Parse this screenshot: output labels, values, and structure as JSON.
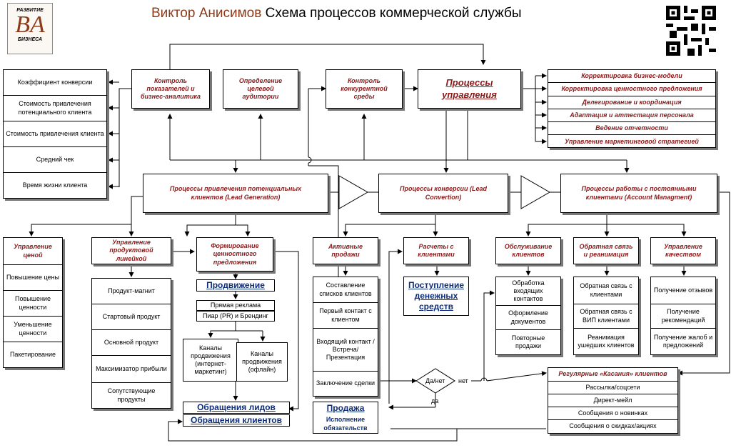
{
  "title": {
    "author": "Виктор Анисимов",
    "text": "Схема процессов коммерческой службы"
  },
  "logo": {
    "top": "РАЗВИТИЕ",
    "mark": "BA",
    "bottom": "БИЗНЕСА"
  },
  "metrics": [
    "Коэффициент конверсии",
    "Стоимость привлечения потенциального клиента",
    "Стоимость привлечения клиента",
    "Средний чек",
    "Время жизни клиента"
  ],
  "top": {
    "control": "Контроль показателей и бизнес-аналитика",
    "audience": "Определение целевой аудитории",
    "competitive": "Контроль конкурентной среды",
    "management": "Процессы управления"
  },
  "mgmt_items": [
    "Корректировка бизнес-модели",
    "Корректировка ценностного предложения",
    "Делегирование и координация",
    "Адаптация и аттестация персонала",
    "Ведение отчетности",
    "Управление маркетинговой стратегией"
  ],
  "stages": {
    "leadgen": "Процессы привлечения потенциальных клиентов (Lead Generation)",
    "conversion": "Процессы конверсии (Lead Convertion)",
    "account": "Процессы работы с постоянными клиентами (Account Managment)"
  },
  "price": {
    "head": "Управление ценой",
    "items": [
      "Повышение цены",
      "Повышение ценности",
      "Уменьшение ценности",
      "Пакетирование"
    ]
  },
  "product": {
    "head": "Управление продуктовой линейкой",
    "items": [
      "Продукт-магнит",
      "Стартовый продукт",
      "Основной продукт",
      "Максимизатор прибыли",
      "Сопутствующие продукты"
    ]
  },
  "value": {
    "head": "Формирование ценностного предложения",
    "promo": "Продвижение",
    "direct": "Прямая реклама",
    "pr": "Пиар (PR) и Брендинг",
    "online": "Каналы продвижения (интернет-маркетинг)",
    "offline": "Каналы продвижения (офлайн)",
    "leads": "Обращения лидов",
    "clients": "Обращения клиентов"
  },
  "active": {
    "head": "Активные продажи",
    "items": [
      "Составление списков клиентов",
      "Первый контакт с клиентом",
      "Входящий контакт / Встреча/ Презентация",
      "Заключение сделки"
    ]
  },
  "payments": {
    "head": "Расчеты с клиентами",
    "receipt": "Поступление денежных средств"
  },
  "sale": {
    "head": "Продажа",
    "sub": "Исполнение обязательств"
  },
  "decision": {
    "text": "Да/нет",
    "yes": "да",
    "no": "нет"
  },
  "service": {
    "head": "Обслуживание клиентов",
    "items": [
      "Обработка входящих контактов",
      "Оформление документов",
      "Повторные продажи"
    ]
  },
  "feedback": {
    "head": "Обратная связь и реанимация",
    "items": [
      "Обратная связь с клиентами",
      "Обратная связь с ВИП клиентами",
      "Реанимация ушедших клиентов"
    ]
  },
  "quality": {
    "head": "Управление качеством",
    "items": [
      "Получение отзывов",
      "Получение рекомендаций",
      "Получение жалоб и предложений"
    ]
  },
  "touches": {
    "head": "Регулярные «Касания» клиентов",
    "items": [
      "Рассылка/соцсети",
      "Директ-мейл",
      "Сообщения о новинках",
      "Сообщения о скидках/акциях"
    ]
  }
}
